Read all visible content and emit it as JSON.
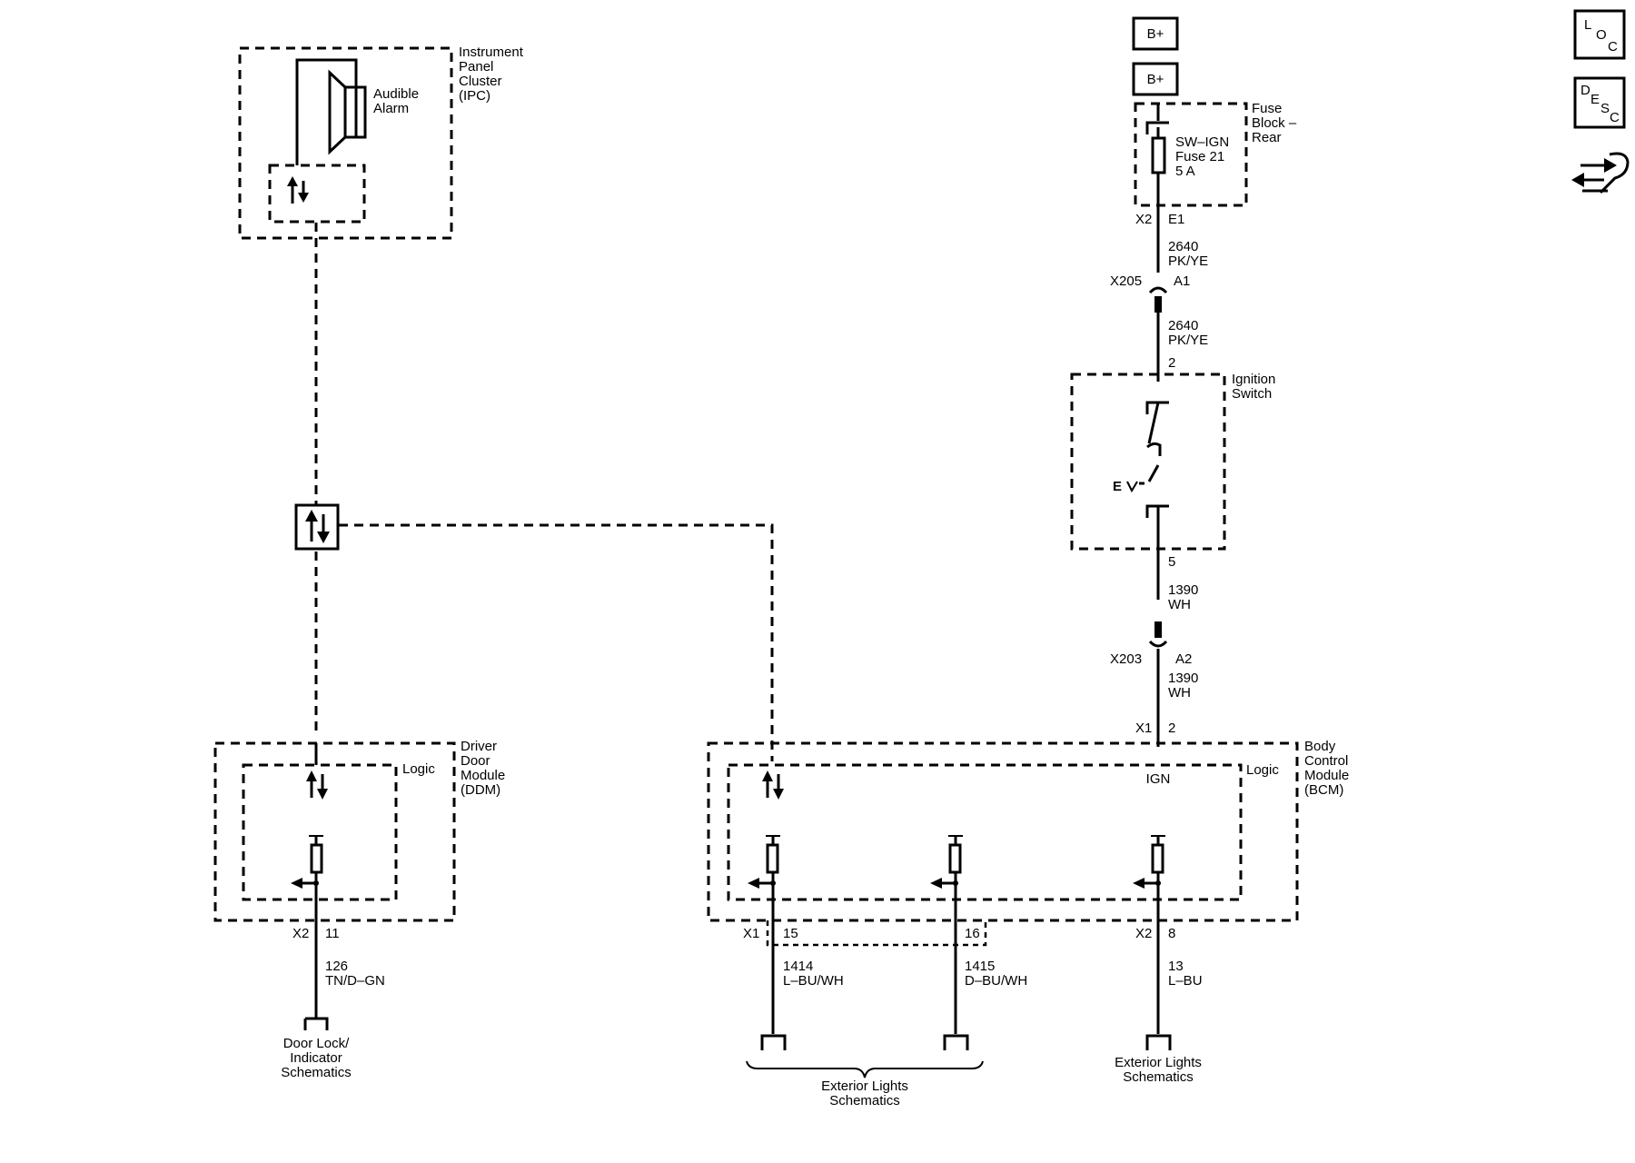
{
  "components": {
    "ipc": {
      "name": [
        "Instrument",
        "Panel",
        "Cluster",
        "(IPC)"
      ],
      "alarm": [
        "Audible",
        "Alarm"
      ]
    },
    "ddm": {
      "name": [
        "Driver",
        "Door",
        "Module",
        "(DDM)"
      ],
      "logic": "Logic"
    },
    "bcm": {
      "name": [
        "Body",
        "Control",
        "Module",
        "(BCM)"
      ],
      "logic": "Logic",
      "ign": "IGN"
    },
    "fuse_block": {
      "name": [
        "Fuse",
        "Block –",
        "Rear"
      ],
      "fuse": [
        "SW–IGN",
        "Fuse 21",
        "5 A"
      ]
    },
    "ignition_switch": {
      "name": [
        "Ignition",
        "Switch"
      ]
    },
    "power": [
      "B+",
      "B+"
    ]
  },
  "connectors": {
    "fuse_out": {
      "conn": "X2",
      "pin": "E1"
    },
    "x205": {
      "conn": "X205",
      "pin": "A1"
    },
    "ign_in": {
      "pin": "2"
    },
    "ign_out": {
      "pin": "5"
    },
    "x203": {
      "conn": "X203",
      "pin": "A2"
    },
    "bcm_ign": {
      "conn": "X1",
      "pin": "2"
    },
    "ddm_out": {
      "conn": "X2",
      "pin": "11"
    },
    "bcm_x1": {
      "conn": "X1",
      "pin15": "15",
      "pin16": "16"
    },
    "bcm_x2": {
      "conn": "X2",
      "pin": "8"
    }
  },
  "wires": {
    "w2640a": [
      "2640",
      "PK/YE"
    ],
    "w2640b": [
      "2640",
      "PK/YE"
    ],
    "w1390a": [
      "1390",
      "WH"
    ],
    "w1390b": [
      "1390",
      "WH"
    ],
    "w126": [
      "126",
      "TN/D–GN"
    ],
    "w1414": [
      "1414",
      "L–BU/WH"
    ],
    "w1415": [
      "1415",
      "D–BU/WH"
    ],
    "w13": [
      "13",
      "L–BU"
    ]
  },
  "references": {
    "door_lock": [
      "Door Lock/",
      "Indicator",
      "Schematics"
    ],
    "ext_lights_a": [
      "Exterior Lights",
      "Schematics"
    ],
    "ext_lights_b": [
      "Exterior Lights",
      "Schematics"
    ]
  },
  "nav_icons": {
    "loc": [
      "L",
      "O",
      "C"
    ],
    "desc": [
      "D",
      "E",
      "S",
      "C"
    ],
    "nav": "navigation-arrows-icon"
  }
}
